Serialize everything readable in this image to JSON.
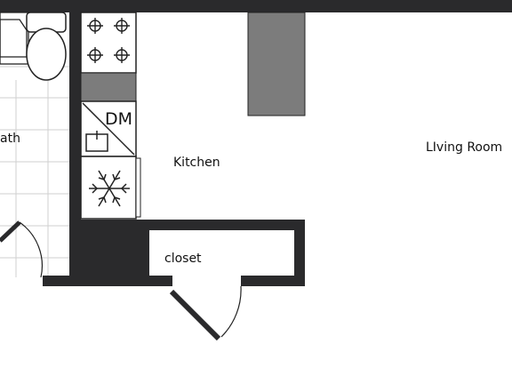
{
  "rooms": {
    "bath": "ath",
    "kitchen": "Kitchen",
    "living": "LIving Room",
    "closet": "closet"
  },
  "appliances": {
    "dishwasher": "DM"
  },
  "icons": {
    "toilet": "toilet-icon",
    "sink": "sink-icon",
    "stove": "stove-burners-icon",
    "freezer": "snowflake-icon"
  },
  "colors": {
    "wall": "#2a2a2c",
    "counter": "#7c7c7c",
    "tile": "#cfcfcf",
    "line": "#222222"
  }
}
